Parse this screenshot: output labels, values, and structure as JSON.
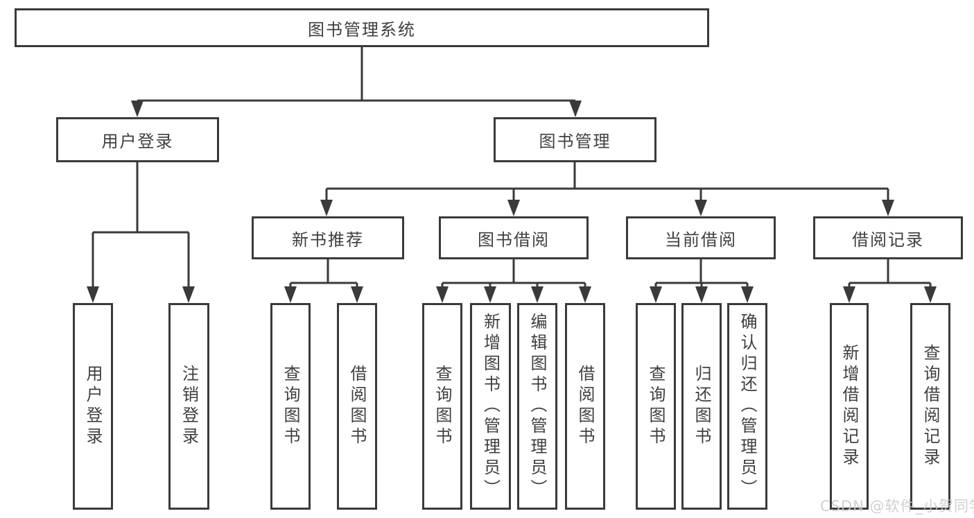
{
  "nodes": {
    "root": "图书管理系统",
    "level2": [
      "用户登录",
      "图书管理"
    ],
    "level3": [
      "新书推荐",
      "图书借阅",
      "当前借阅",
      "借阅记录"
    ],
    "leaves": {
      "user_login": [
        "用户登录",
        "注销登录"
      ],
      "new_book_recommendation": [
        "查询图书",
        "借阅图书"
      ],
      "book_borrowing": [
        "查询图书",
        "新增图书（管理员）",
        "编辑图书（管理员）",
        "借阅图书"
      ],
      "current_borrowing": [
        "查询图书",
        "归还图书",
        "确认归还（管理员）"
      ],
      "borrowing_records": [
        "新增借阅记录",
        "查询借阅记录"
      ]
    }
  },
  "watermark": {
    "text": "CSDN @软件_小贺同学"
  },
  "colors": {
    "line": "#3a3a3a",
    "text": "#3f3f3f",
    "background": "#ffffff",
    "watermark": "#c9c9c9"
  }
}
